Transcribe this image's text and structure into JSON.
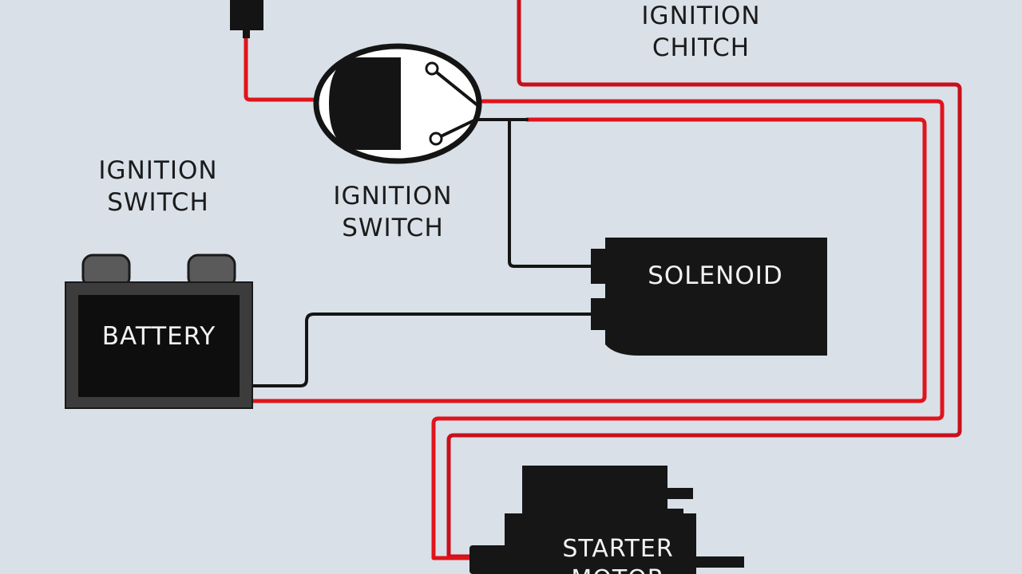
{
  "labels": {
    "top_right_line1": "IGNITION",
    "top_right_line2": "CHITCH",
    "left_line1": "IGNITION",
    "left_line2": "SWITCH",
    "center_line1": "IGNITION",
    "center_line2": "SWITCH",
    "battery": "BATTERY",
    "solenoid": "SOLENOID",
    "starter_line1": "STARTER",
    "starter_line2": "MOTOR"
  },
  "colors": {
    "background": "#d9e0e8",
    "positive_wire": "#e0141b",
    "ground_wire": "#141414",
    "component_fill": "#161616",
    "battery_case": "#3c3c3c",
    "battery_terminal": "#5a5a5a"
  }
}
